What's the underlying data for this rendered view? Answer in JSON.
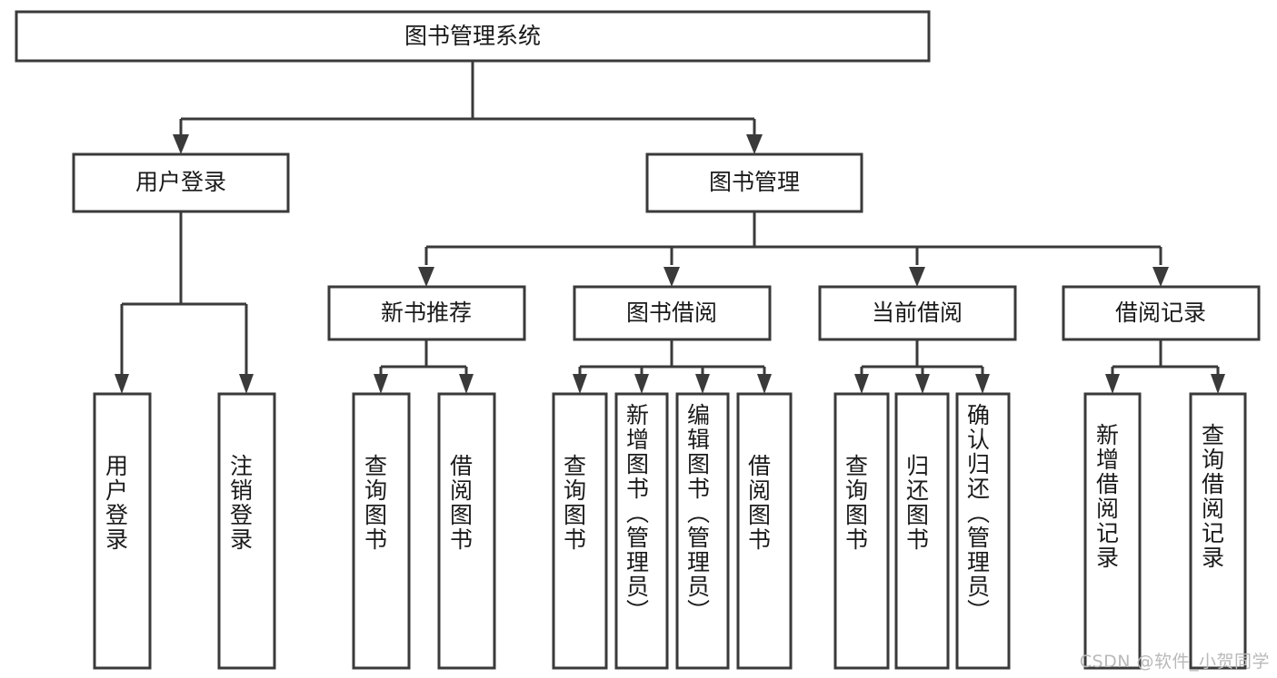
{
  "diagram": {
    "title": "图书管理系统",
    "type": "tree",
    "orientation": "top-down",
    "colors": {
      "box_stroke": "#3a3a3a",
      "box_fill": "#ffffff",
      "connector": "#3a3a3a",
      "text": "#1a1a1a",
      "watermark": "#b9b9b9",
      "background": "#ffffff"
    },
    "nodes": {
      "root": {
        "label": "图书管理系统",
        "level": 1,
        "orientation": "horizontal"
      },
      "user_login": {
        "label": "用户登录",
        "level": 2,
        "orientation": "horizontal"
      },
      "book_manage": {
        "label": "图书管理",
        "level": 2,
        "orientation": "horizontal"
      },
      "new_book_rec": {
        "label": "新书推荐",
        "level": 3,
        "orientation": "horizontal"
      },
      "book_borrow": {
        "label": "图书借阅",
        "level": 3,
        "orientation": "horizontal"
      },
      "current_borrow": {
        "label": "当前借阅",
        "level": 3,
        "orientation": "horizontal"
      },
      "borrow_record": {
        "label": "借阅记录",
        "level": 3,
        "orientation": "horizontal"
      },
      "leaf_user_login": {
        "label": "用户登录",
        "level": 4,
        "orientation": "vertical"
      },
      "leaf_logout": {
        "label": "注销登录",
        "level": 4,
        "orientation": "vertical"
      },
      "leaf_query_book_1": {
        "label": "查询图书",
        "level": 4,
        "orientation": "vertical"
      },
      "leaf_borrow_book_1": {
        "label": "借阅图书",
        "level": 4,
        "orientation": "vertical"
      },
      "leaf_query_book_2": {
        "label": "查询图书",
        "level": 4,
        "orientation": "vertical"
      },
      "leaf_add_book": {
        "label": "新增图书（管理员）",
        "level": 4,
        "orientation": "vertical"
      },
      "leaf_edit_book": {
        "label": "编辑图书（管理员）",
        "level": 4,
        "orientation": "vertical"
      },
      "leaf_borrow_book_2": {
        "label": "借阅图书",
        "level": 4,
        "orientation": "vertical"
      },
      "leaf_query_book_3": {
        "label": "查询图书",
        "level": 4,
        "orientation": "vertical"
      },
      "leaf_return_book": {
        "label": "归还图书",
        "level": 4,
        "orientation": "vertical"
      },
      "leaf_confirm_return": {
        "label": "确认归还（管理员）",
        "level": 4,
        "orientation": "vertical"
      },
      "leaf_add_record": {
        "label": "新增借阅记录",
        "level": 4,
        "orientation": "vertical"
      },
      "leaf_query_record": {
        "label": "查询借阅记录",
        "level": 4,
        "orientation": "vertical"
      }
    },
    "edges": [
      {
        "from": "root",
        "to": "user_login"
      },
      {
        "from": "root",
        "to": "book_manage"
      },
      {
        "from": "user_login",
        "to": "leaf_user_login"
      },
      {
        "from": "user_login",
        "to": "leaf_logout"
      },
      {
        "from": "book_manage",
        "to": "new_book_rec"
      },
      {
        "from": "book_manage",
        "to": "book_borrow"
      },
      {
        "from": "book_manage",
        "to": "current_borrow"
      },
      {
        "from": "book_manage",
        "to": "borrow_record"
      },
      {
        "from": "new_book_rec",
        "to": "leaf_query_book_1"
      },
      {
        "from": "new_book_rec",
        "to": "leaf_borrow_book_1"
      },
      {
        "from": "book_borrow",
        "to": "leaf_query_book_2"
      },
      {
        "from": "book_borrow",
        "to": "leaf_add_book"
      },
      {
        "from": "book_borrow",
        "to": "leaf_edit_book"
      },
      {
        "from": "book_borrow",
        "to": "leaf_borrow_book_2"
      },
      {
        "from": "current_borrow",
        "to": "leaf_query_book_3"
      },
      {
        "from": "current_borrow",
        "to": "leaf_return_book"
      },
      {
        "from": "current_borrow",
        "to": "leaf_confirm_return"
      },
      {
        "from": "borrow_record",
        "to": "leaf_add_record"
      },
      {
        "from": "borrow_record",
        "to": "leaf_query_record"
      }
    ],
    "watermark": "CSDN @软件_小贺同学"
  }
}
